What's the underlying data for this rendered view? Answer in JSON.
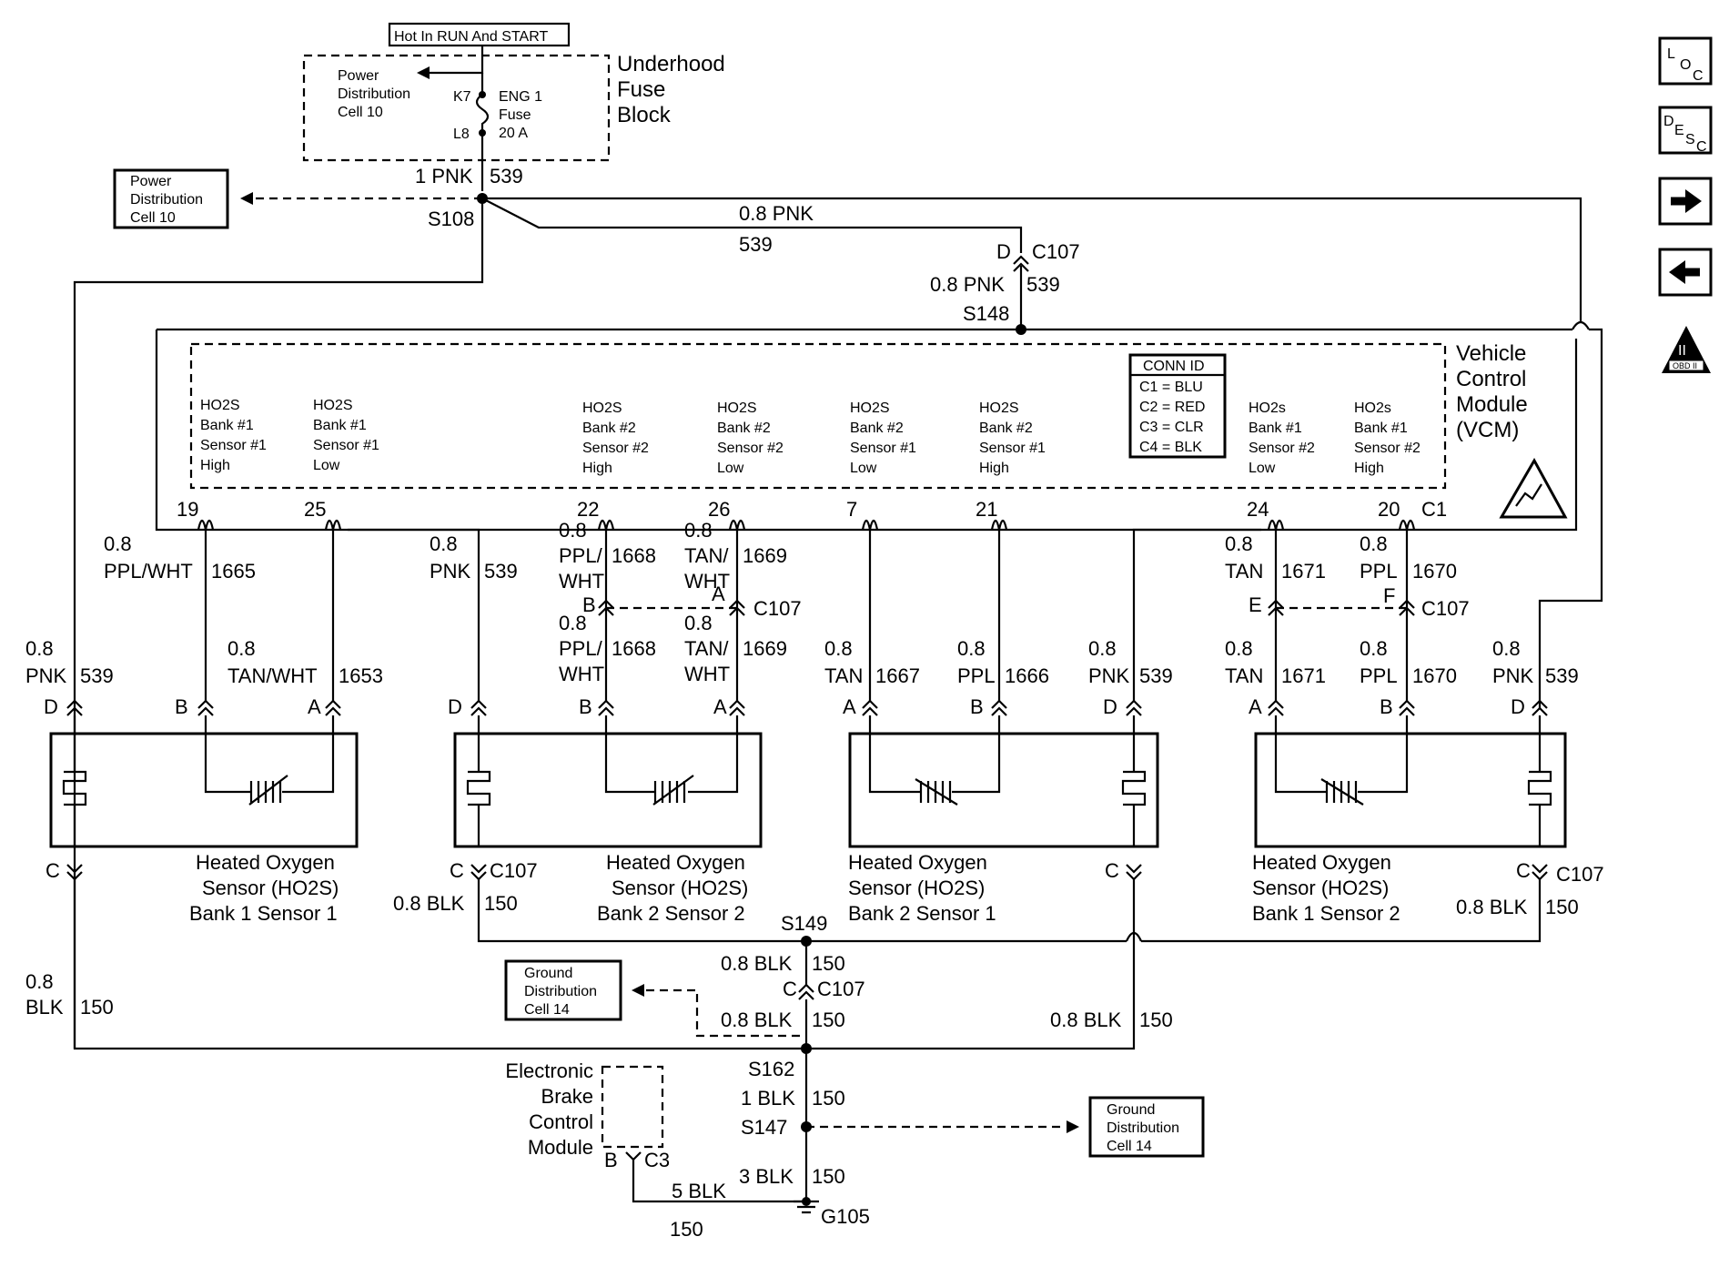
{
  "diagram": {
    "fuse_block": {
      "hot_label": "Hot In RUN And START",
      "power_dist": [
        "Power",
        "Distribution",
        "Cell 10"
      ],
      "k7": "K7",
      "l8": "L8",
      "fuse_label": [
        "ENG 1",
        "Fuse",
        "20 A"
      ],
      "name": [
        "Underhood",
        "Fuse",
        "Block"
      ]
    },
    "power_dist_ref": [
      "Power",
      "Distribution",
      "Cell 10"
    ],
    "wires": {
      "w_1pnk": "1 PNK",
      "w_539": "539",
      "w_08pnk": "0.8 PNK",
      "w_08": "0.8",
      "w_pnk": "PNK",
      "w_150": "150",
      "w_08blk": "0.8 BLK",
      "w_blk": "BLK",
      "w_1blk": "1 BLK",
      "w_3blk": "3 BLK",
      "w_5blk": "5 BLK",
      "w_pplwht": "PPL/WHT",
      "w_1665": "1665",
      "w_tanwht": "TAN/WHT",
      "w_1653": "1653",
      "w_ppl_slash": "PPL/",
      "w_wht": "WHT",
      "w_1668": "1668",
      "w_tan_slash": "TAN/",
      "w_1669": "1669",
      "w_tan": "TAN",
      "w_1667": "1667",
      "w_ppl": "PPL",
      "w_1666": "1666",
      "w_1671": "1671",
      "w_1670": "1670"
    },
    "splices": {
      "s108": "S108",
      "s148": "S148",
      "s149": "S149",
      "s162": "S162",
      "s147": "S147",
      "g105": "G105"
    },
    "connectors": {
      "c107": "C107",
      "c1": "C1",
      "c3": "C3",
      "a": "A",
      "b": "B",
      "c": "C",
      "d": "D",
      "e": "E",
      "f": "F"
    },
    "vcm": {
      "name": [
        "Vehicle",
        "Control",
        "Module",
        "(VCM)"
      ],
      "conn_id_title": "CONN ID",
      "conn_ids": [
        "C1 = BLU",
        "C2 = RED",
        "C3 = CLR",
        "C4 = BLK"
      ],
      "pins": [
        "19",
        "25",
        "22",
        "26",
        "7",
        "21",
        "24",
        "20"
      ],
      "pin_labels": [
        [
          "HO2S",
          "Bank #1",
          "Sensor #1",
          "High"
        ],
        [
          "HO2S",
          "Bank #1",
          "Sensor #1",
          "Low"
        ],
        [
          "HO2S",
          "Bank #2",
          "Sensor #2",
          "High"
        ],
        [
          "HO2S",
          "Bank #2",
          "Sensor #2",
          "Low"
        ],
        [
          "HO2S",
          "Bank #2",
          "Sensor #1",
          "Low"
        ],
        [
          "HO2S",
          "Bank #2",
          "Sensor #1",
          "High"
        ],
        [
          "HO2s",
          "Bank #1",
          "Sensor #2",
          "Low"
        ],
        [
          "HO2s",
          "Bank #1",
          "Sensor #2",
          "High"
        ]
      ]
    },
    "sensors": [
      [
        "Heated Oxygen",
        "Sensor (HO2S)",
        "Bank 1 Sensor 1"
      ],
      [
        "Heated Oxygen",
        "Sensor (HO2S)",
        "Bank 2 Sensor 2"
      ],
      [
        "Heated Oxygen",
        "Sensor (HO2S)",
        "Bank 2 Sensor 1"
      ],
      [
        "Heated Oxygen",
        "Sensor (HO2S)",
        "Bank 1 Sensor 2"
      ]
    ],
    "ground_dist": [
      "Ground",
      "Distribution",
      "Cell 14"
    ],
    "ebcm": [
      "Electronic",
      "Brake",
      "Control",
      "Module"
    ]
  },
  "nav": {
    "loc_letters": [
      "L",
      "O",
      "C"
    ],
    "desc_letters": [
      "D",
      "E",
      "S",
      "C"
    ],
    "obd_label": "OBD II",
    "obd_numeral": "II"
  }
}
